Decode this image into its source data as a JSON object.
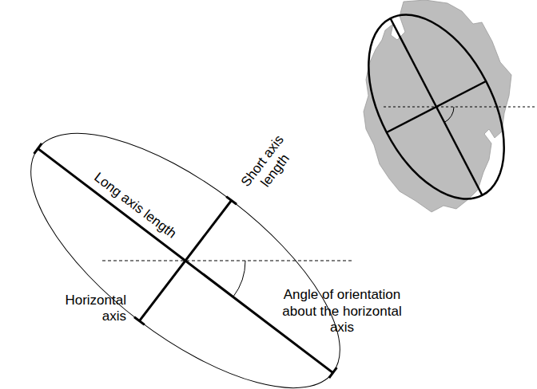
{
  "diagram": {
    "labels": [
      "Long axis length",
      "Short axis length",
      "Horizontal axis",
      "Angle of orientation about the horizontal axis"
    ]
  }
}
